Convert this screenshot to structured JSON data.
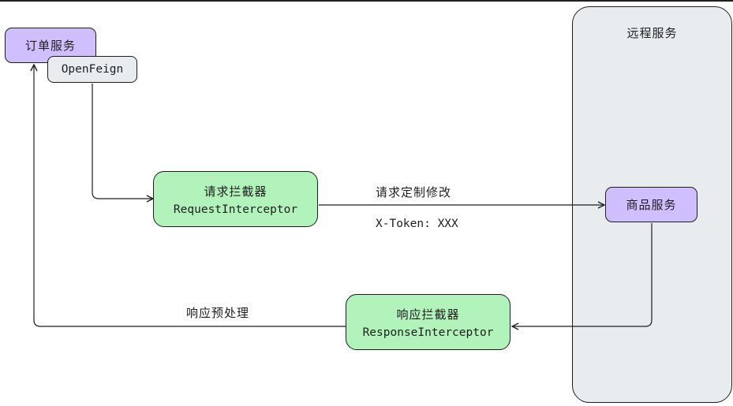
{
  "remote": {
    "title": "远程服务"
  },
  "order_service": {
    "label": "订单服务"
  },
  "openfeign": {
    "label": "OpenFeign"
  },
  "request_interceptor": {
    "title": "请求拦截器",
    "name": "RequestInterceptor"
  },
  "product_service": {
    "label": "商品服务"
  },
  "response_interceptor": {
    "title": "响应拦截器",
    "name": "ResponseInterceptor"
  },
  "edges": {
    "request_label": "请求定制修改",
    "token_label": "X-Token: XXX",
    "response_label": "响应预处理"
  },
  "colors": {
    "service": "#d0bfff",
    "interceptor": "#b2f2bb",
    "container": "#e9ecef",
    "stroke": "#1e1e1e"
  }
}
